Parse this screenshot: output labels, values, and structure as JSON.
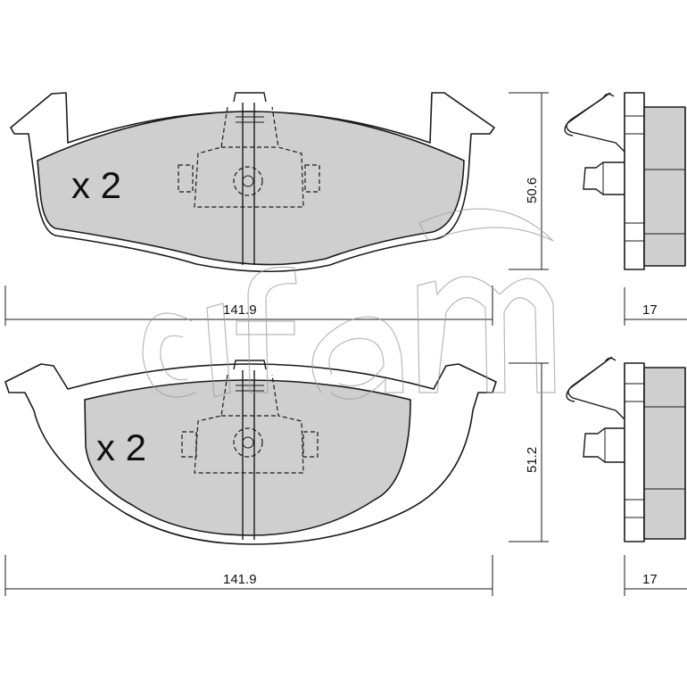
{
  "top_view": {
    "quantity_label": "x 2",
    "width_label": "141.9",
    "height_label": "50.6",
    "thickness_label": "17"
  },
  "bottom_view": {
    "quantity_label": "x 2",
    "width_label": "141.9",
    "height_label": "51.2",
    "thickness_label": "17"
  },
  "watermark": {
    "brand": "cifam"
  }
}
